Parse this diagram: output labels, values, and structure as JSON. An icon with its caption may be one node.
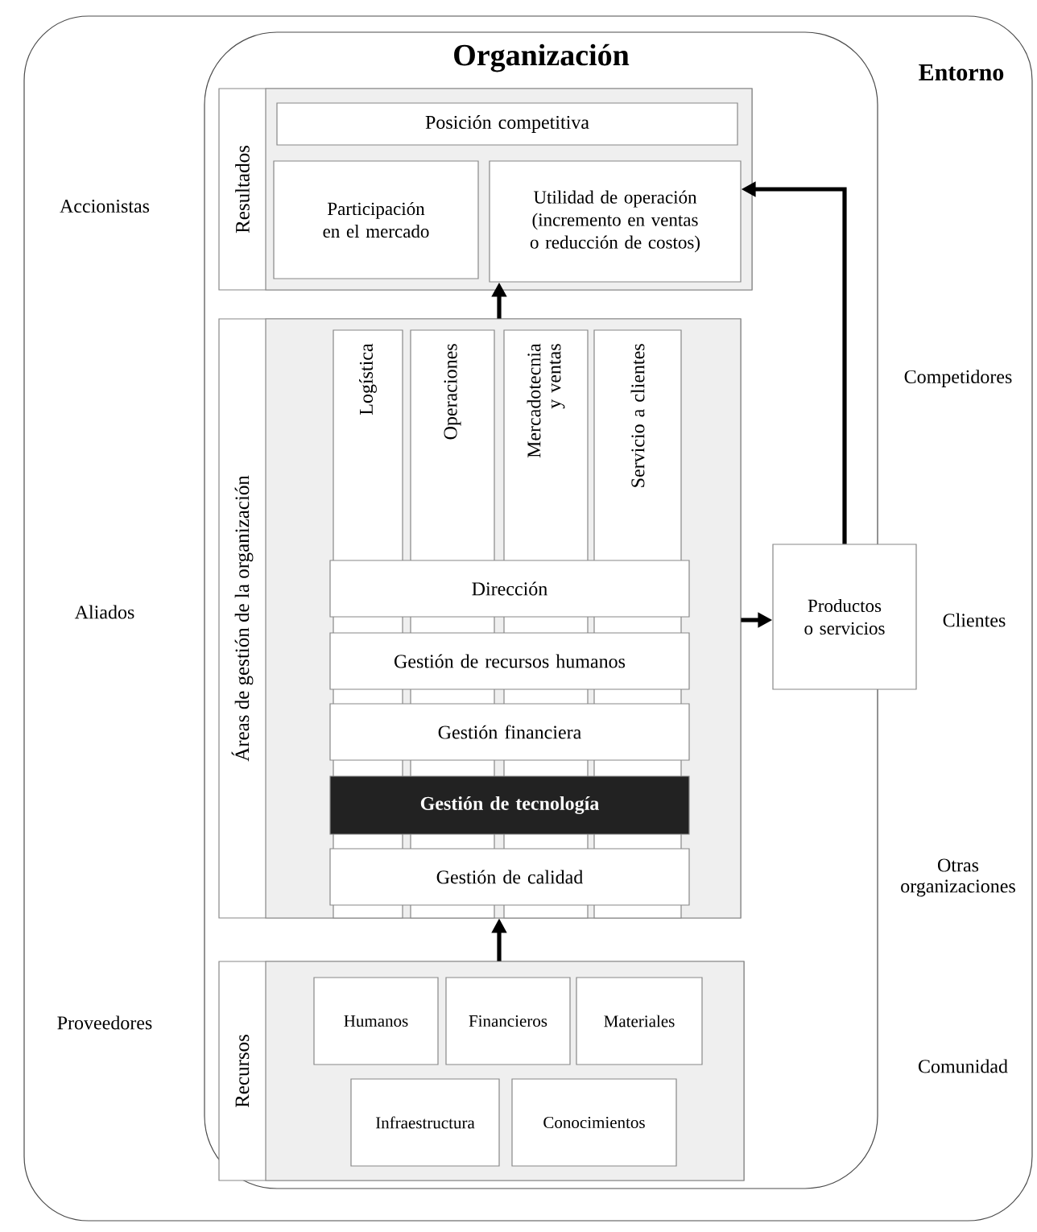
{
  "diagram": {
    "nodes": [
      {
        "text": [
          "Entorno"
        ]
      },
      {
        "text": [
          "Organización"
        ],
        "in": 0
      },
      {
        "text": [
          "Resultados"
        ],
        "in": 1
      },
      {
        "text": [
          "Posición competitiva"
        ],
        "in": 2
      },
      {
        "text": [
          "Participación en el mercado"
        ],
        "in": 2
      },
      {
        "text": [
          "Utilidad de operación (incremento en ventas o reducción de costos)"
        ],
        "in": 2
      },
      {
        "text": [
          "Áreas de gestión de la organización"
        ],
        "in": 1
      },
      {
        "text": [
          "Logística"
        ],
        "in": 6
      },
      {
        "text": [
          "Operaciones"
        ],
        "in": 6
      },
      {
        "text": [
          "Mercadotecnia y ventas"
        ],
        "in": 6
      },
      {
        "text": [
          "Servicio a clientes"
        ],
        "in": 6
      },
      {
        "text": [
          "Dirección"
        ],
        "in": 6
      },
      {
        "text": [
          "Gestión de recursos humanos"
        ],
        "in": 6
      },
      {
        "text": [
          "Gestión financiera"
        ],
        "in": 6
      },
      {
        "text": [
          "Gestión de tecnología"
        ],
        "in": 6
      },
      {
        "text": [
          "Gestión de calidad"
        ],
        "in": 6
      },
      {
        "text": [
          "Recursos"
        ],
        "in": 1
      },
      {
        "text": [
          "Humanos"
        ],
        "in": 16
      },
      {
        "text": [
          "Financieros"
        ],
        "in": 16
      },
      {
        "text": [
          "Materiales"
        ],
        "in": 16
      },
      {
        "text": [
          "Infraestructura"
        ],
        "in": 16
      },
      {
        "text": [
          "Conocimientos"
        ],
        "in": 16
      },
      {
        "text": [
          "Productos o servicios"
        ],
        "in": 0
      }
    ],
    "edges": [
      {
        "from": 6,
        "to": 5,
        "arrow": "to"
      },
      {
        "from": 16,
        "to": 6,
        "arrow": "to"
      },
      {
        "from": 6,
        "to": 22,
        "arrow": "to"
      },
      {
        "from": 22,
        "to": 5,
        "arrow": "to"
      }
    ],
    "labels": [
      "Accionistas",
      "Competidores",
      "Aliados",
      "Clientes",
      "Otras organizaciones",
      "Proveedores",
      "Comunidad"
    ]
  }
}
